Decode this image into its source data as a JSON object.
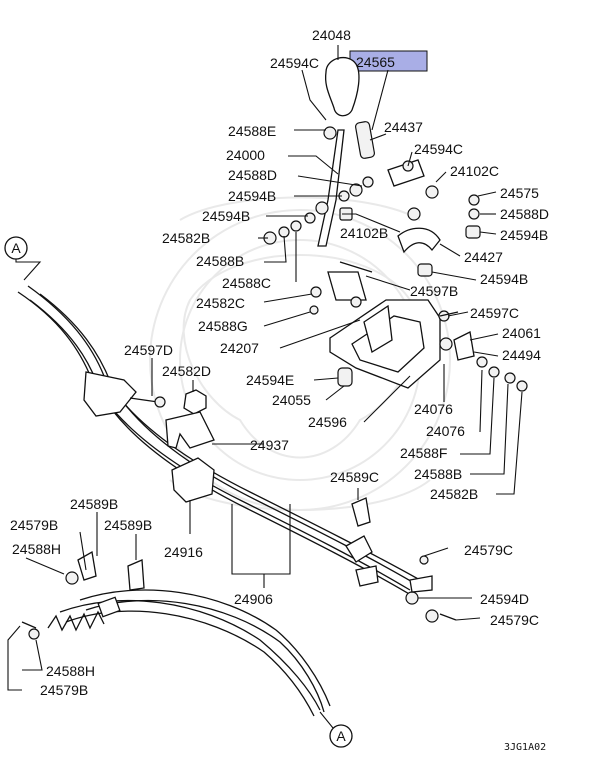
{
  "diagram": {
    "highlighted_part": "24565",
    "drawing_code": "3JG1A02",
    "connectors": [
      "A",
      "A"
    ],
    "highlight_color": "#a9aee6",
    "labels": {
      "p24048": "24048",
      "p24565": "24565",
      "p24594c_1": "24594C",
      "p24588e": "24588E",
      "p24437": "24437",
      "p24594c_2": "24594C",
      "p24000": "24000",
      "p24102c": "24102C",
      "p24588d_1": "24588D",
      "p24575": "24575",
      "p24594b_1": "24594B",
      "p24588d_2": "24588D",
      "p24594b_2": "24594B",
      "p24594b_3": "24594B",
      "p24582b_1": "24582B",
      "p24102b": "24102B",
      "p24588b_1": "24588B",
      "p24427": "24427",
      "p24588c": "24588C",
      "p24594b_4": "24594B",
      "p24597b": "24597B",
      "p24582c": "24582C",
      "p24597c": "24597C",
      "p24588g": "24588G",
      "p24061": "24061",
      "p24597d": "24597D",
      "p24207": "24207",
      "p24494": "24494",
      "p24582d": "24582D",
      "p24594e": "24594E",
      "p24055": "24055",
      "p24076_1": "24076",
      "p24596": "24596",
      "p24076_2": "24076",
      "p24937": "24937",
      "p24588f": "24588F",
      "p24588b_2": "24588B",
      "p24589c": "24589C",
      "p24582b_2": "24582B",
      "p24589b_1": "24589B",
      "p24579b_1": "24579B",
      "p24589b_2": "24589B",
      "p24588h_1": "24588H",
      "p24916": "24916",
      "p24579c_1": "24579C",
      "p24906": "24906",
      "p24594d": "24594D",
      "p24579c_2": "24579C",
      "p24588h_2": "24588H",
      "p24579b_2": "24579B"
    }
  }
}
